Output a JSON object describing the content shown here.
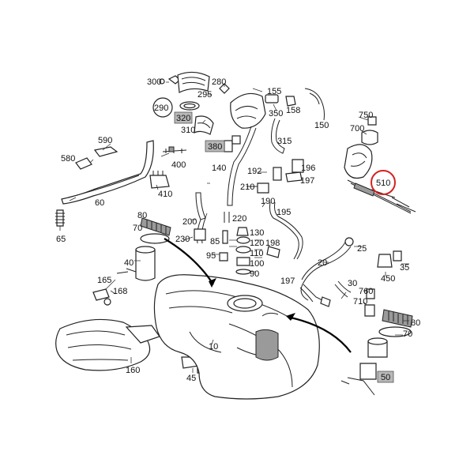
{
  "parts": [
    {
      "id": "p300",
      "text": "300"
    },
    {
      "id": "p290",
      "text": "290"
    },
    {
      "id": "p295",
      "text": "295"
    },
    {
      "id": "p320",
      "text": "320"
    },
    {
      "id": "p310",
      "text": "310"
    },
    {
      "id": "p280",
      "text": "280"
    },
    {
      "id": "p155",
      "text": "155"
    },
    {
      "id": "p158",
      "text": "158"
    },
    {
      "id": "p350",
      "text": "350"
    },
    {
      "id": "p150",
      "text": "150"
    },
    {
      "id": "p750",
      "text": "750"
    },
    {
      "id": "p700",
      "text": "700"
    },
    {
      "id": "p510",
      "text": "510"
    },
    {
      "id": "p590",
      "text": "590"
    },
    {
      "id": "p580",
      "text": "580"
    },
    {
      "id": "p400",
      "text": "400"
    },
    {
      "id": "p380",
      "text": "380"
    },
    {
      "id": "p315",
      "text": "315"
    },
    {
      "id": "p140",
      "text": "140"
    },
    {
      "id": "p192",
      "text": "192"
    },
    {
      "id": "p196",
      "text": "196"
    },
    {
      "id": "p197a",
      "text": "197"
    },
    {
      "id": "p210",
      "text": "210"
    },
    {
      "id": "p410",
      "text": "410"
    },
    {
      "id": "p60",
      "text": "60"
    },
    {
      "id": "p65",
      "text": "65"
    },
    {
      "id": "p200",
      "text": "200"
    },
    {
      "id": "p220",
      "text": "220"
    },
    {
      "id": "p190",
      "text": "190"
    },
    {
      "id": "p195",
      "text": "195"
    },
    {
      "id": "p80a",
      "text": "80"
    },
    {
      "id": "p70a",
      "text": "70"
    },
    {
      "id": "p230",
      "text": "230"
    },
    {
      "id": "p85",
      "text": "85"
    },
    {
      "id": "p130",
      "text": "130"
    },
    {
      "id": "p120",
      "text": "120"
    },
    {
      "id": "p198",
      "text": "198"
    },
    {
      "id": "p110",
      "text": "110"
    },
    {
      "id": "p100",
      "text": "100"
    },
    {
      "id": "p90",
      "text": "90"
    },
    {
      "id": "p95",
      "text": "95"
    },
    {
      "id": "p40",
      "text": "40"
    },
    {
      "id": "p25",
      "text": "25"
    },
    {
      "id": "p20",
      "text": "20"
    },
    {
      "id": "p35",
      "text": "35"
    },
    {
      "id": "p450",
      "text": "450"
    },
    {
      "id": "p197b",
      "text": "197"
    },
    {
      "id": "p165",
      "text": "165"
    },
    {
      "id": "p168",
      "text": "168"
    },
    {
      "id": "p30",
      "text": "30"
    },
    {
      "id": "p760",
      "text": "760"
    },
    {
      "id": "p710",
      "text": "710"
    },
    {
      "id": "p80b",
      "text": "80"
    },
    {
      "id": "p70b",
      "text": "70"
    },
    {
      "id": "p10",
      "text": "10"
    },
    {
      "id": "p160",
      "text": "160"
    },
    {
      "id": "p45",
      "text": "45"
    },
    {
      "id": "p50",
      "text": "50"
    }
  ],
  "highlight": {
    "part": "510",
    "color": "#d62020"
  },
  "colors": {
    "line": "#222222",
    "box_fill": "#b8b8b8"
  }
}
